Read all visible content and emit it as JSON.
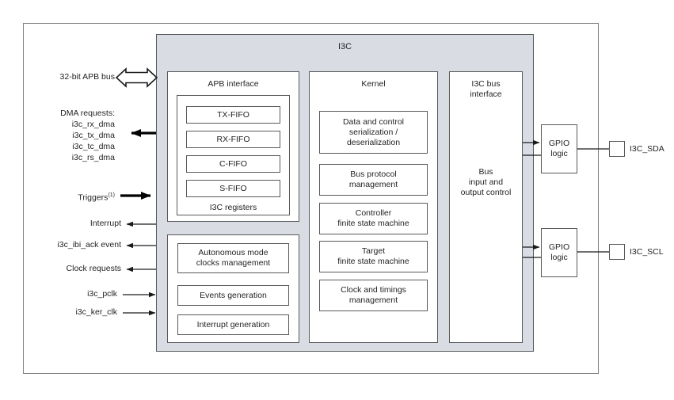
{
  "diagram": {
    "title": "I3C",
    "left_signals": [
      {
        "id": "apb-bus",
        "label": "32-bit APB bus",
        "direction": "bidirectional",
        "style": "hollow"
      },
      {
        "id": "dma-requests",
        "label": "DMA requests:",
        "direction": "out",
        "style": "thick"
      },
      {
        "id": "dma-rx",
        "label": "i3c_rx_dma",
        "direction": "none",
        "style": "none"
      },
      {
        "id": "dma-tx",
        "label": "i3c_tx_dma",
        "direction": "none",
        "style": "none"
      },
      {
        "id": "dma-tc",
        "label": "i3c_tc_dma",
        "direction": "none",
        "style": "none"
      },
      {
        "id": "dma-rs",
        "label": "i3c_rs_dma",
        "direction": "none",
        "style": "none"
      },
      {
        "id": "triggers",
        "label": "Triggers",
        "superscript": "(1)",
        "direction": "in",
        "style": "thick"
      },
      {
        "id": "interrupt",
        "label": "Interrupt",
        "direction": "out",
        "style": "thin"
      },
      {
        "id": "ibi-ack",
        "label": "i3c_ibi_ack event",
        "direction": "out",
        "style": "thin"
      },
      {
        "id": "clock-requests",
        "label": "Clock requests",
        "direction": "out",
        "style": "thin"
      },
      {
        "id": "pclk",
        "label": "i3c_pclk",
        "direction": "in",
        "style": "thin"
      },
      {
        "id": "ker-clk",
        "label": "i3c_ker_clk",
        "direction": "in",
        "style": "thin"
      }
    ],
    "columns": {
      "apb_interface": {
        "title": "APB interface",
        "registers_label": "I3C registers",
        "fifos": [
          {
            "label": "TX-FIFO"
          },
          {
            "label": "RX-FIFO"
          },
          {
            "label": "C-FIFO"
          },
          {
            "label": "S-FIFO"
          }
        ]
      },
      "apb_lower": {
        "blocks": [
          {
            "label": "Autonomous mode\nclocks management"
          },
          {
            "label": "Events generation"
          },
          {
            "label": "Interrupt generation"
          }
        ]
      },
      "kernel": {
        "title": "Kernel",
        "blocks": [
          {
            "label": "Data and control\nserialization /\ndeserialization"
          },
          {
            "label": "Bus protocol\nmanagement"
          },
          {
            "label": "Controller\nfinite state machine"
          },
          {
            "label": "Target\nfinite state machine"
          },
          {
            "label": "Clock and timings\nmanagement"
          }
        ]
      },
      "bus_interface": {
        "title": "I3C bus\ninterface",
        "body": "Bus\ninput and\noutput control"
      }
    },
    "gpio_blocks": [
      {
        "id": "gpio-sda",
        "label": "GPIO\nlogic",
        "pin": "I3C_SDA"
      },
      {
        "id": "gpio-scl",
        "label": "GPIO\nlogic",
        "pin": "I3C_SCL"
      }
    ],
    "colors": {
      "i3c_fill": "#d9dde3",
      "stroke": "#58595b",
      "frame_stroke": "#808080",
      "text": "#231f20",
      "background": "#ffffff"
    }
  }
}
